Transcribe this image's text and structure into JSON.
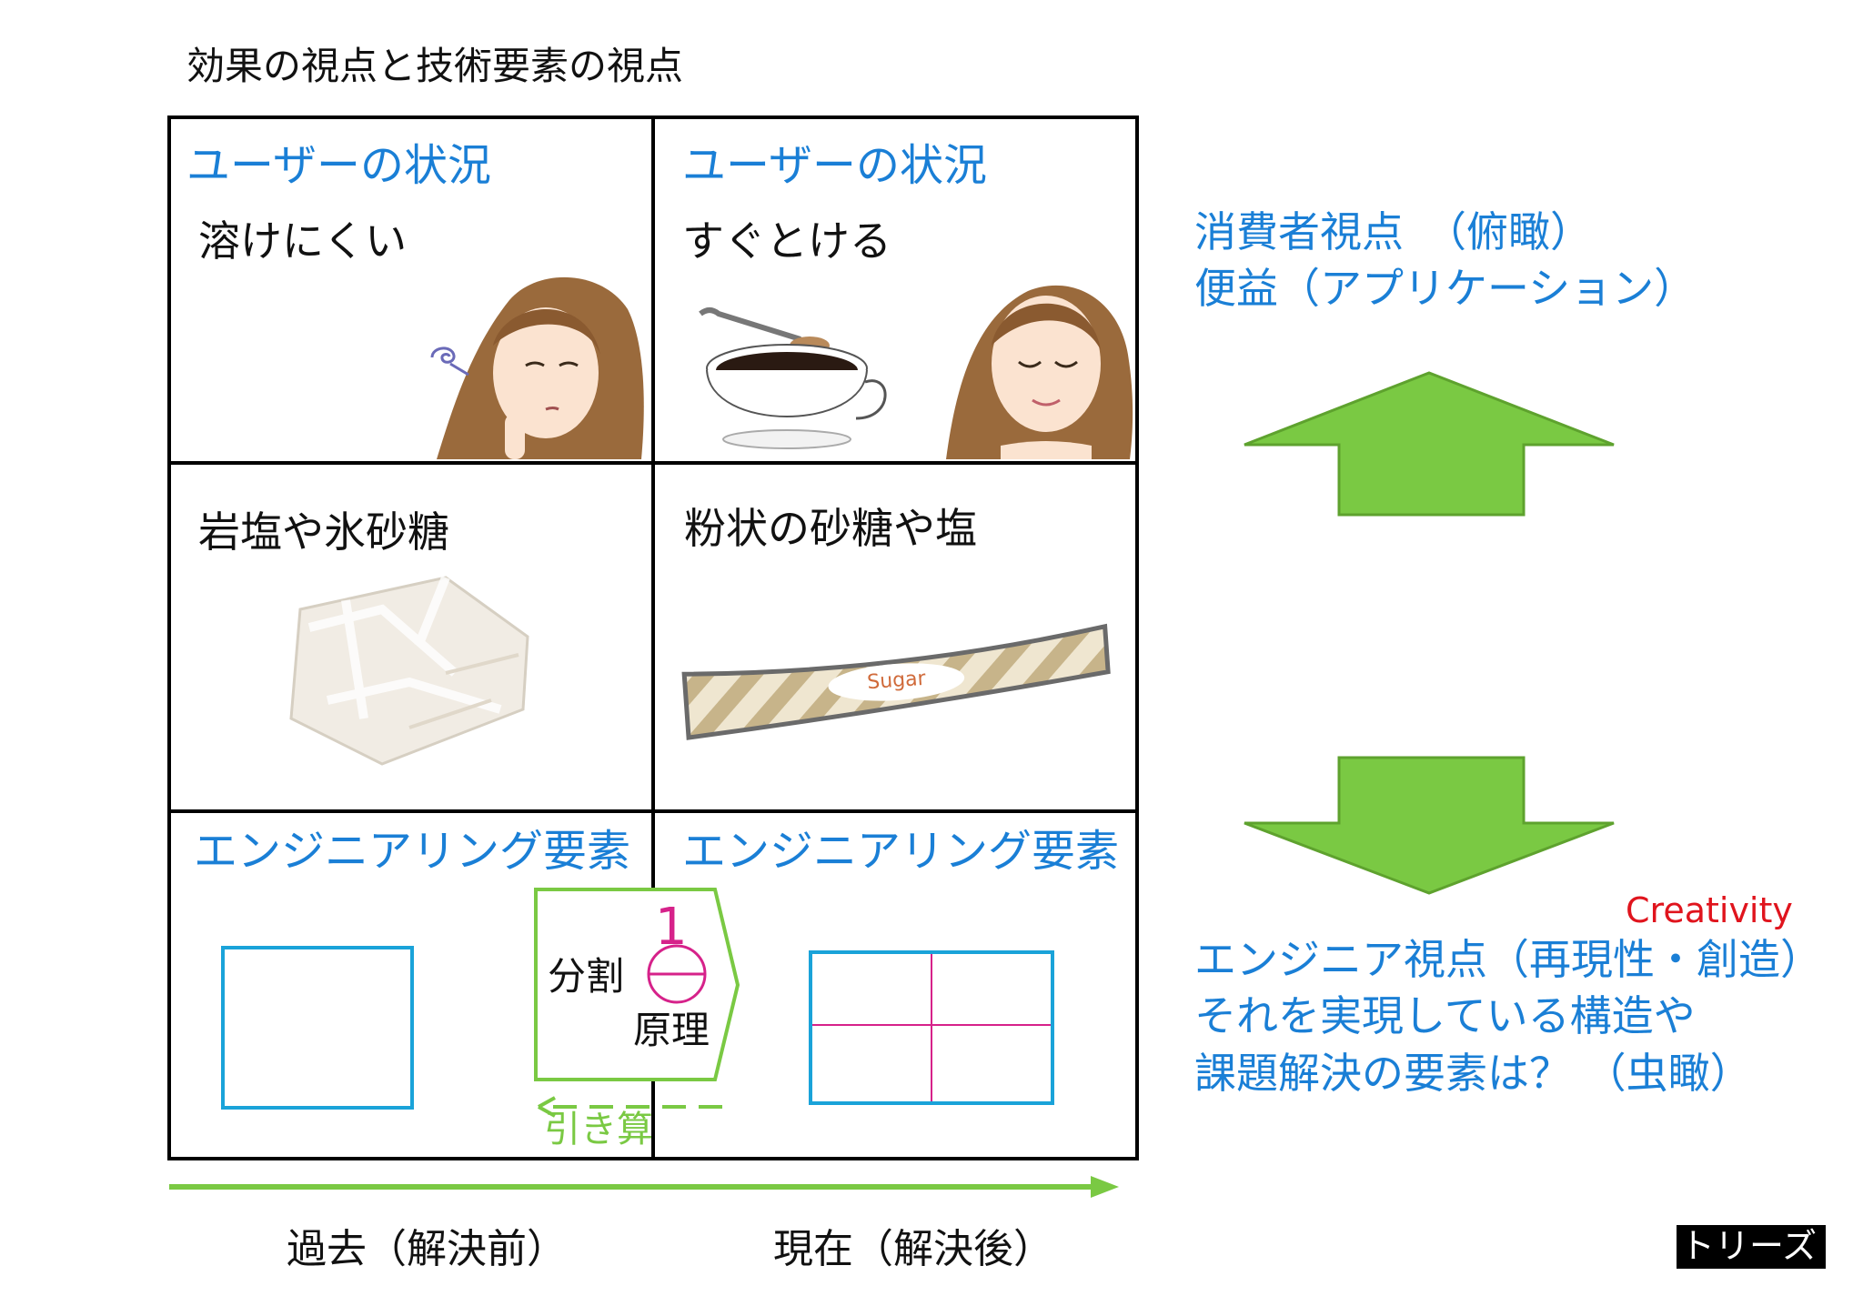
{
  "title": "効果の視点と技術要素の視点",
  "cells": {
    "top_left": {
      "header": "ユーザーの状況",
      "text": "溶けにくい"
    },
    "top_right": {
      "header": "ユーザーの状況",
      "text": "すぐとける"
    },
    "mid_left": {
      "text": "岩塩や氷砂糖"
    },
    "mid_right": {
      "text": "粉状の砂糖や塩",
      "stick_label": "Sugar"
    },
    "bot_left": {
      "header": "エンジニアリング要素"
    },
    "bot_right": {
      "header": "エンジニアリング要素"
    }
  },
  "principle": {
    "line1": "分割",
    "line2": "原理",
    "number": "1",
    "subtract": "引き算"
  },
  "right": {
    "consumer_line1": "消費者視点　（俯瞰）",
    "consumer_line2": "便益（アプリケーション）",
    "creativity": "Creativity",
    "engineer_line1": "エンジニア視点（再現性・創造）",
    "engineer_line2": "それを実現している構造や",
    "engineer_line3": "課題解決の要素は？ （虫瞰）"
  },
  "timeline": {
    "past": "過去（解決前）",
    "present": "現在（解決後）"
  },
  "badge": "トリーズ",
  "colors": {
    "accent_blue": "#1a7fd6",
    "arrow_green": "#7ac943",
    "box_cyan": "#1aa3d9",
    "divider_magenta": "#d6228a",
    "creativity_red": "#e0141d"
  }
}
